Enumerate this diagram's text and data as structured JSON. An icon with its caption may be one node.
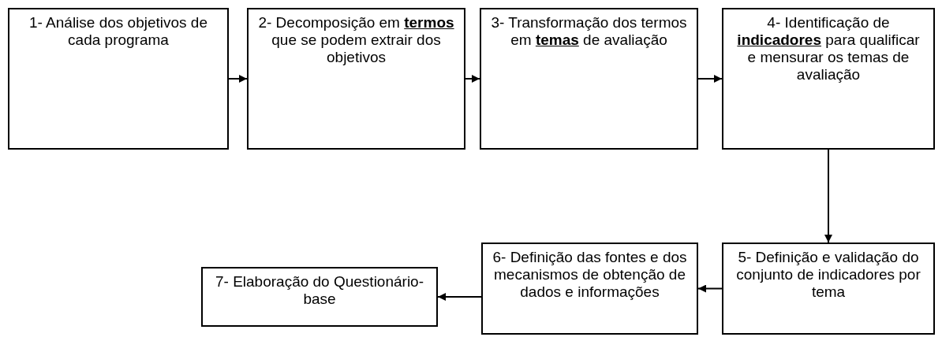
{
  "diagram": {
    "nodes": [
      {
        "text": [
          "1- Análise dos objetivos de cada programa"
        ]
      },
      {
        "text": [
          "2- Decomposição em **termos** que se podem extrair dos objetivos"
        ]
      },
      {
        "text": [
          "3- Transformação dos termos em **temas** de avaliação"
        ]
      },
      {
        "text": [
          "4- Identificação de **indicadores** para qualificar e mensurar os temas de avaliação"
        ]
      },
      {
        "text": [
          "5- Definição e validação do conjunto de indicadores por tema"
        ]
      },
      {
        "text": [
          "6- Definição das fontes e dos mecanismos de obtenção de dados e informações"
        ]
      },
      {
        "text": [
          "7- Elaboração do Questionário-base"
        ]
      }
    ],
    "edges": [
      {
        "from": 0,
        "to": 1,
        "arrow": "to"
      },
      {
        "from": 1,
        "to": 2,
        "arrow": "to"
      },
      {
        "from": 2,
        "to": 3,
        "arrow": "to"
      },
      {
        "from": 3,
        "to": 4,
        "arrow": "to"
      },
      {
        "from": 4,
        "to": 5,
        "arrow": "to"
      },
      {
        "from": 5,
        "to": 6,
        "arrow": "to"
      }
    ]
  }
}
